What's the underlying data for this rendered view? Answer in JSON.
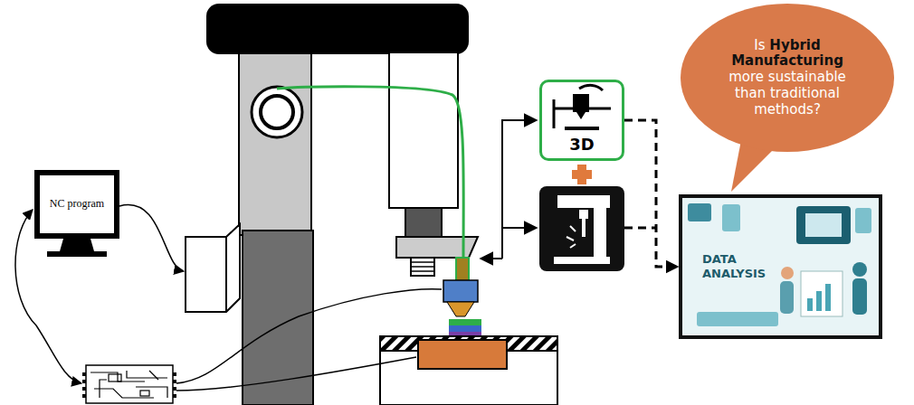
{
  "diagram": {
    "nodes": [
      {
        "text": [
          "NC program"
        ]
      },
      {
        "text": [
          "3D"
        ]
      },
      {
        "text": [
          "Is Hybrid Manufacturing more sustainable than traditional methods?"
        ]
      },
      {
        "text": [
          "DATA ANALYSIS"
        ]
      }
    ],
    "edges": [
      {
        "from": 1,
        "to": 3,
        "arrow": "to"
      }
    ]
  }
}
